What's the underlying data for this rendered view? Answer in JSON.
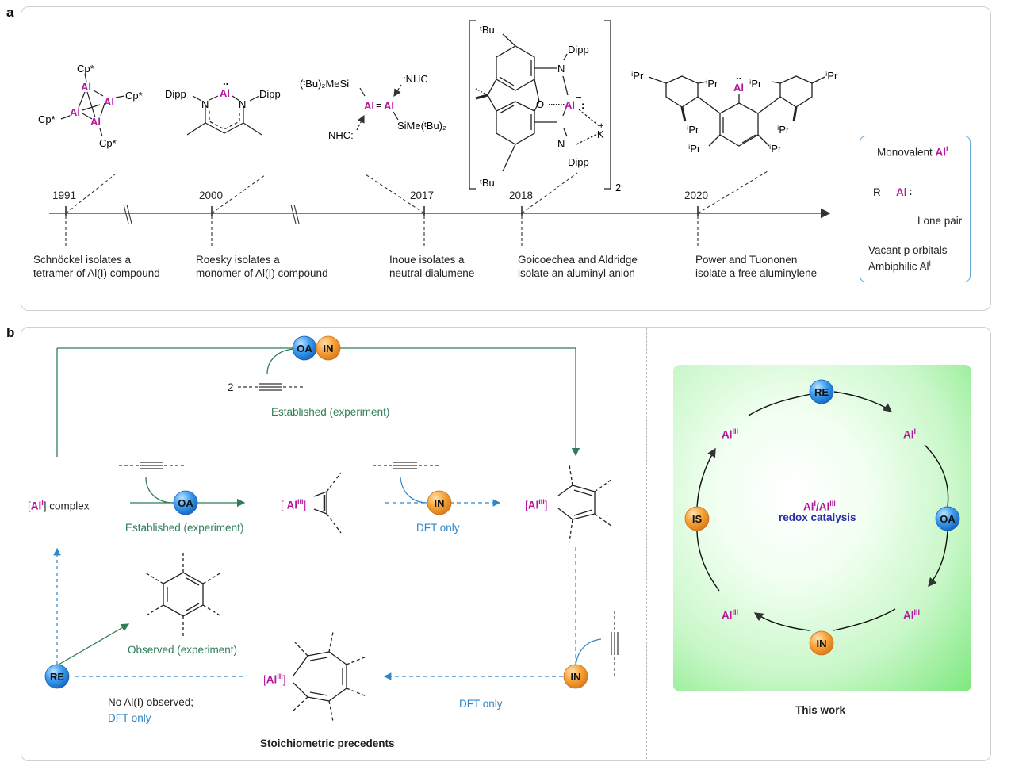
{
  "panel_a": {
    "letter": "a",
    "structures": {
      "s1991": {
        "cp": "Cp*",
        "al": "Al"
      },
      "s2000": {
        "dipp": "Dipp",
        "n": "N",
        "al": "Al",
        "lone_pair": ".."
      },
      "s2017": {
        "left_group": "(ᵗBu)₂MeSi",
        "right_group": "SiMe(ᵗBu)₂",
        "nhc": "NHC",
        "al": "Al",
        "double_bond": "="
      },
      "s2018": {
        "tbu": "ᵗBu",
        "dipp": "Dipp",
        "n": "N",
        "o": "O",
        "al": "Al",
        "k": "K",
        "charge_minus": "−",
        "charge_plus": "+",
        "subscript": "2"
      },
      "s2020": {
        "ipr": "ⁱPr",
        "al": "Al"
      }
    },
    "timeline": {
      "events": [
        {
          "year": "1991",
          "line1": "Schnöckel isolates a",
          "line2": "tetramer of Al(I) compound"
        },
        {
          "year": "2000",
          "line1": "Roesky isolates a",
          "line2": "monomer of Al(I) compound"
        },
        {
          "year": "2017",
          "line1": "Inoue isolates a",
          "line2": "neutral dialumene"
        },
        {
          "year": "2018",
          "line1": "Goicoechea and Aldridge",
          "line2": "isolate an aluminyl anion"
        },
        {
          "year": "2020",
          "line1": "Power and Tuononen",
          "line2": "isolate a free aluminylene"
        }
      ]
    },
    "infobox": {
      "title": "Monovalent ",
      "title_al": "Al",
      "title_sup": "I",
      "r": "R",
      "al": "Al",
      "lone_pair": "Lone pair",
      "vacant": "Vacant p orbitals",
      "ambiphilic": "Ambiphilic Al",
      "ambiphilic_sup": "I"
    }
  },
  "panel_b": {
    "letter": "b",
    "badges": {
      "oa": "OA",
      "in": "IN",
      "re": "RE",
      "is": "IS"
    },
    "colors": {
      "oa_re": "#2f8fe0",
      "in_is": "#f39a2a",
      "green": "#2e7d57",
      "blue": "#2f86c9",
      "al": "#b5179e",
      "cycle_text": "#2b2fa8"
    },
    "top_reagent_coeff": "2",
    "established_top": "Established (experiment)",
    "al_complex": {
      "al": "Al",
      "sup": "I",
      "rest": "] complex",
      "open": "["
    },
    "established_mid": "Established (experiment)",
    "al3": {
      "al": "Al",
      "sup": "III"
    },
    "dft_only_mid": "DFT only",
    "observed": "Observed (experiment)",
    "no_al": "No Al(I) observed;",
    "dft_only_bottom_left": "DFT only",
    "dft_only_bottom": "DFT only",
    "caption_left": "Stoichiometric precedents",
    "cycle": {
      "center_line1_al1": "Al",
      "center_sup1": "I",
      "center_slash": "/Al",
      "center_sup2": "III",
      "center_line2": "redox catalysis",
      "top_left": {
        "al": "Al",
        "sup": "III"
      },
      "top_right": {
        "al": "Al",
        "sup": "I"
      },
      "bottom_right": {
        "al": "Al",
        "sup": "III"
      },
      "bottom_left": {
        "al": "Al",
        "sup": "III"
      }
    },
    "caption_right": "This work"
  }
}
